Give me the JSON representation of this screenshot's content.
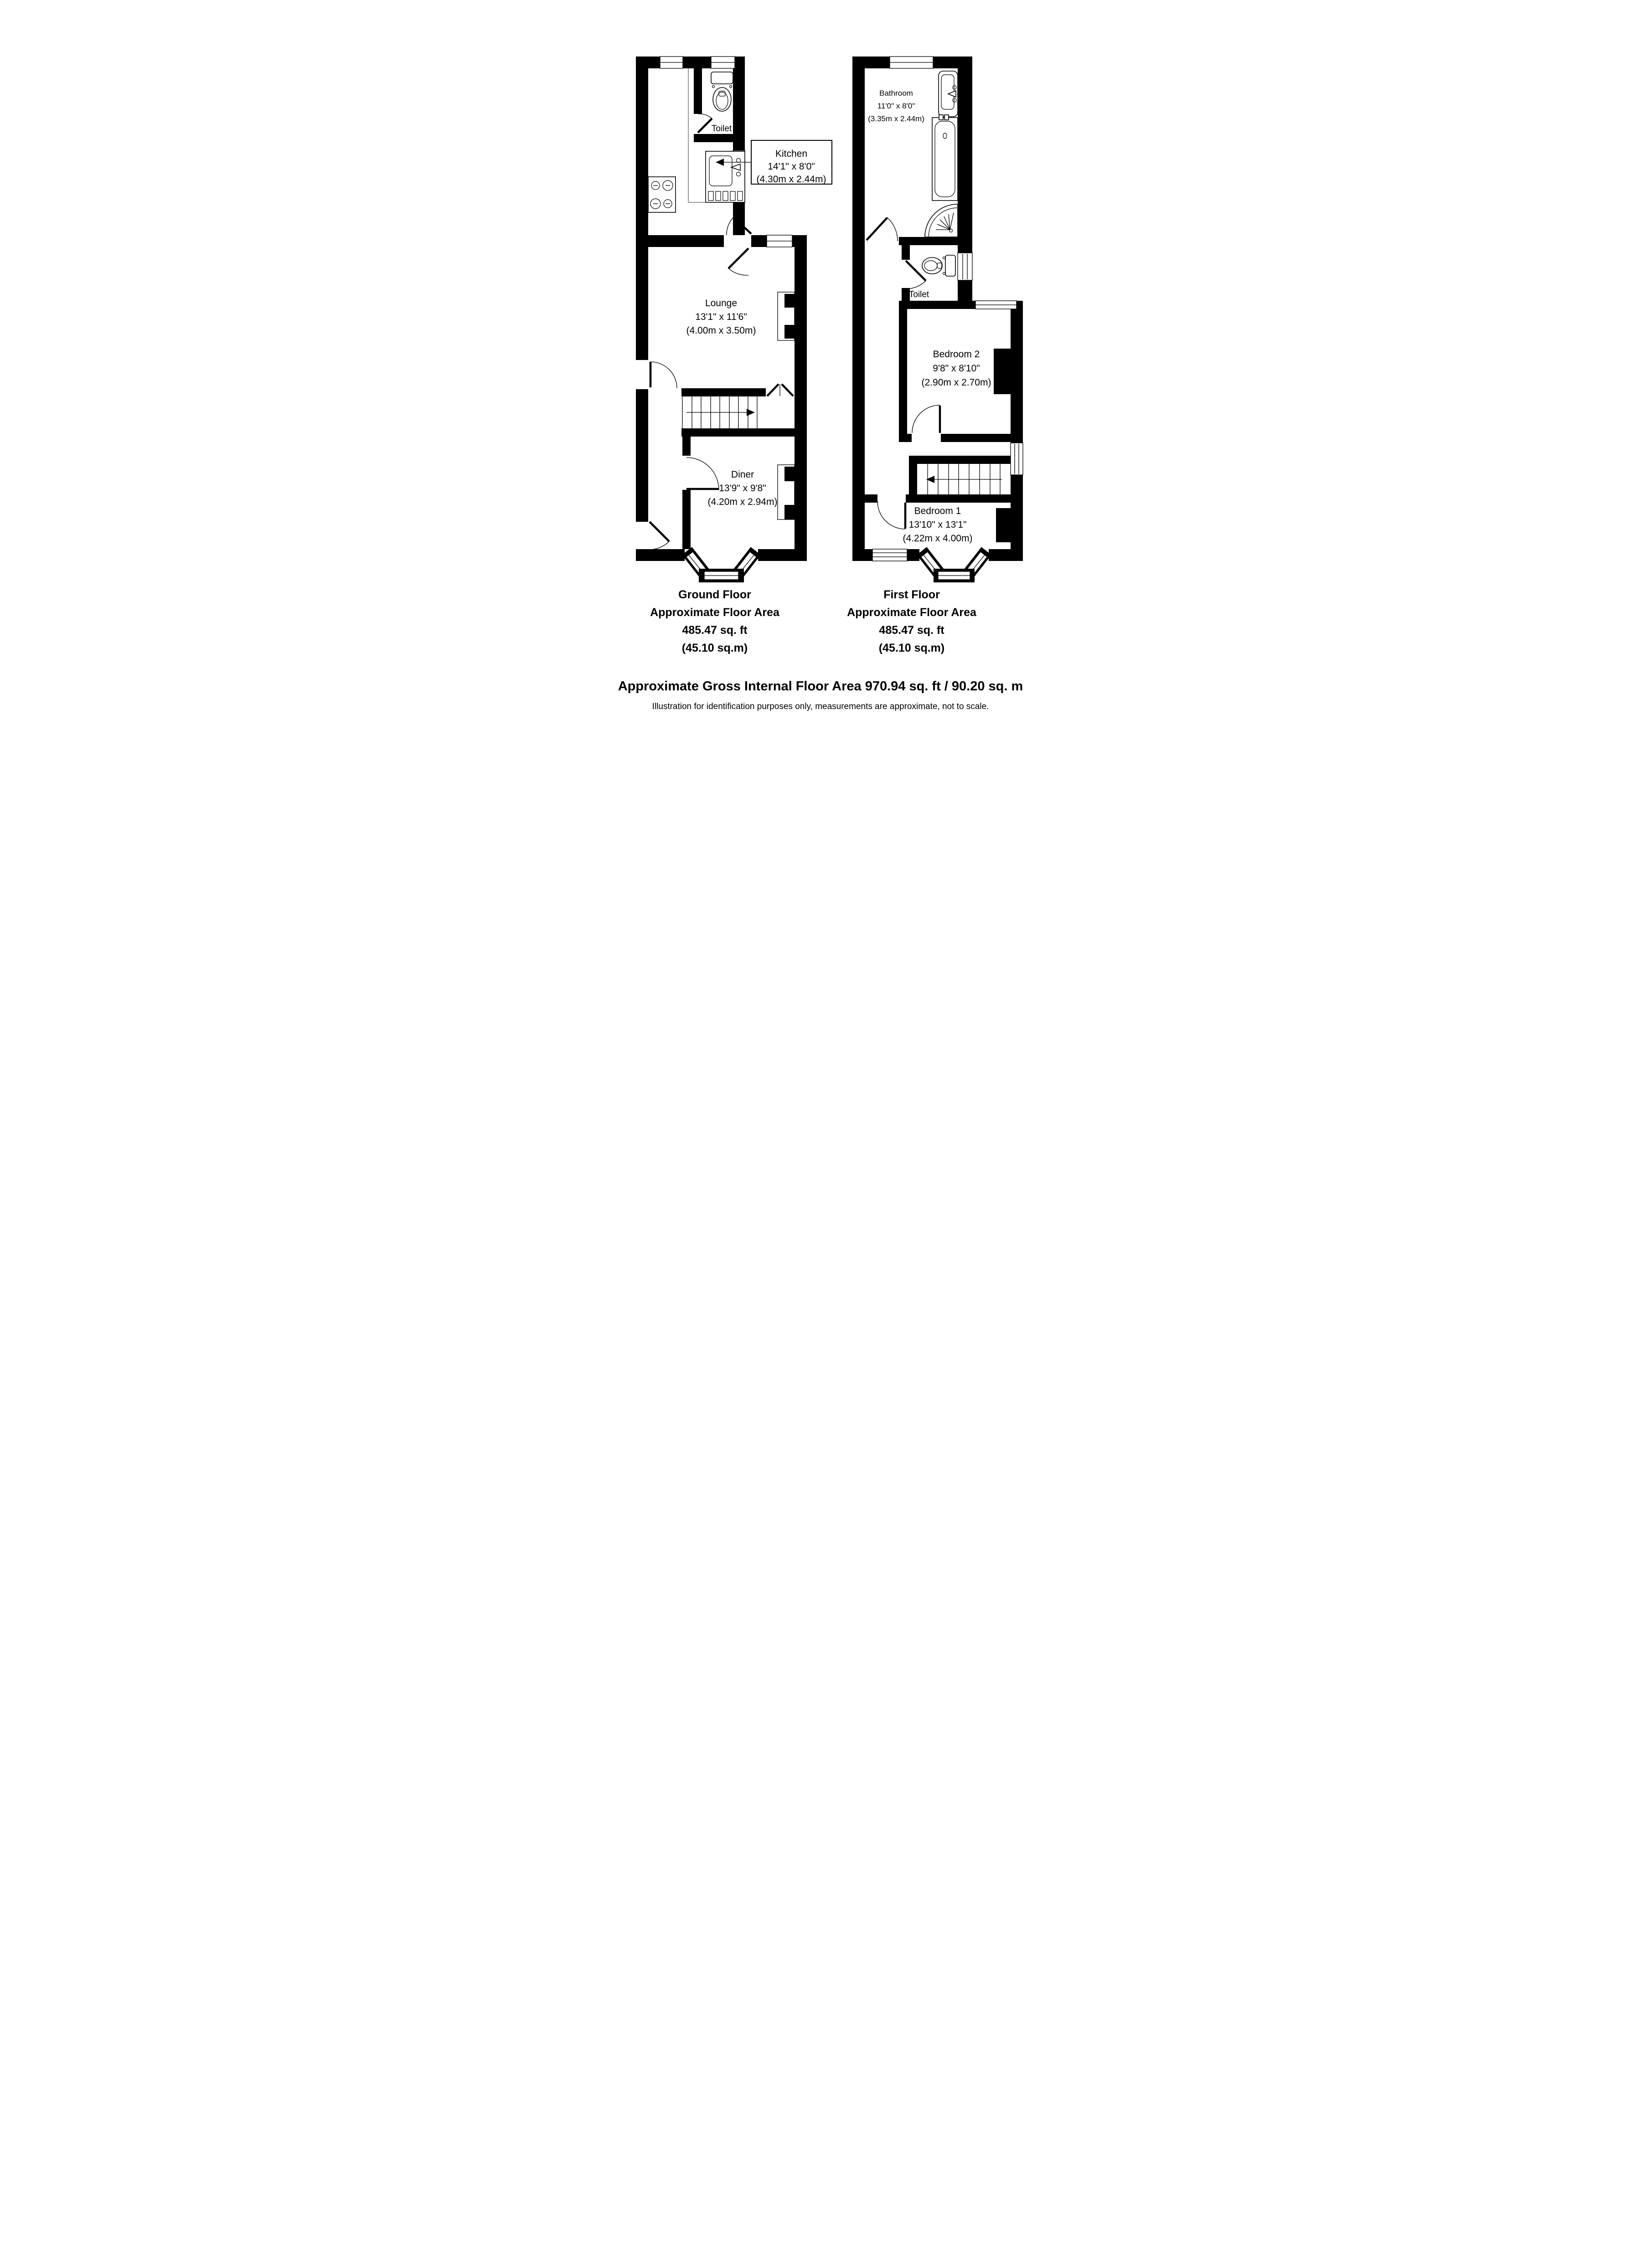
{
  "ground_floor": {
    "rooms": {
      "kitchen": {
        "name": "Kitchen",
        "imperial": "14'1\" x 8'0\"",
        "metric": "(4.30m x 2.44m)"
      },
      "toilet": {
        "name": "Toilet"
      },
      "lounge": {
        "name": "Lounge",
        "imperial": "13'1\" x 11'6\"",
        "metric": "(4.00m x 3.50m)"
      },
      "diner": {
        "name": "Diner",
        "imperial": "13'9\" x 9'8\"",
        "metric": "(4.20m x 2.94m)"
      }
    },
    "caption": {
      "title": "Ground Floor",
      "area_label": "Approximate Floor Area",
      "area_imperial": "485.47 sq. ft",
      "area_metric": "(45.10 sq.m)"
    }
  },
  "first_floor": {
    "rooms": {
      "bathroom": {
        "name": "Bathroom",
        "imperial": "11'0\" x 8'0\"",
        "metric": "(3.35m x 2.44m)"
      },
      "toilet": {
        "name": "Toilet"
      },
      "bedroom2": {
        "name": "Bedroom 2",
        "imperial": "9'8\" x 8'10\"",
        "metric": "(2.90m x 2.70m)"
      },
      "bedroom1": {
        "name": "Bedroom 1",
        "imperial": "13'10\" x 13'1\"",
        "metric": "(4.22m x 4.00m)"
      }
    },
    "caption": {
      "title": "First Floor",
      "area_label": "Approximate Floor Area",
      "area_imperial": "485.47 sq. ft",
      "area_metric": "(45.10 sq.m)"
    }
  },
  "footer": {
    "gross_area": "Approximate Gross Internal Floor Area 970.94 sq. ft / 90.20 sq. m",
    "disclaimer": "Illustration for identification purposes only, measurements are approximate, not to scale."
  },
  "colors": {
    "wall": "#000000",
    "counter_line": "#999999",
    "background": "#ffffff"
  }
}
